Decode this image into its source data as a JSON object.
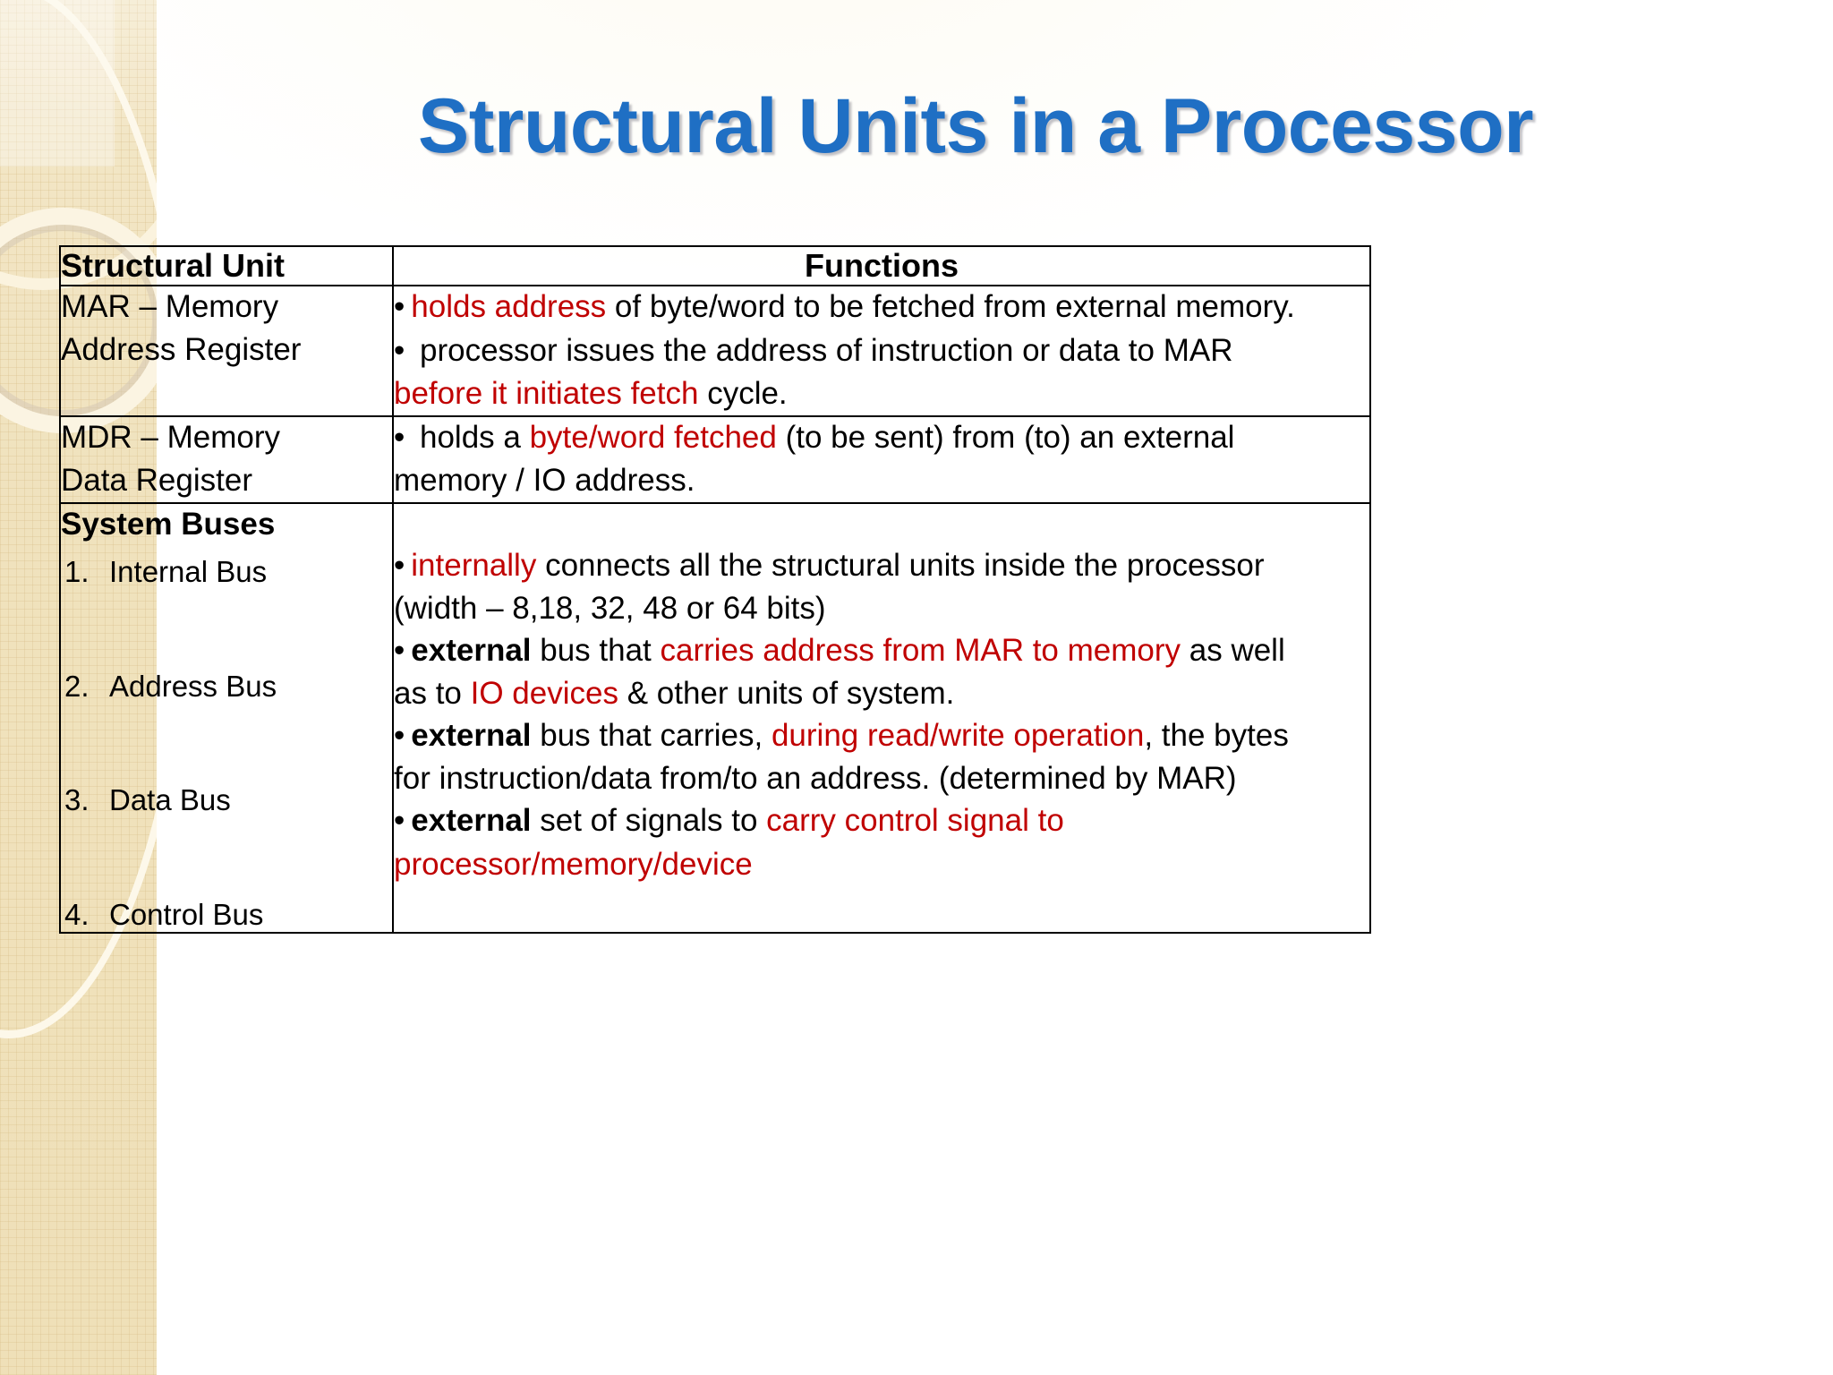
{
  "slide": {
    "title": "Structural Units in a Processor",
    "title_color": "#1f6fc4",
    "accent_red": "#c00000",
    "text_color": "#000000"
  },
  "table": {
    "headers": {
      "unit": "Structural Unit",
      "functions": "Functions"
    },
    "rows": [
      {
        "unit_line1": "MAR – Memory",
        "unit_line2": "Address Register",
        "functions": {
          "b1_bullet": "•",
          "b1_red": "holds address",
          "b1_black": " of byte/word to be fetched from external memory.",
          "b2_bullet": "•",
          "b2_black1": " processor issues the address of instruction or data to MAR",
          "b2_red": "before it initiates fetch",
          "b2_black2": " cycle."
        }
      },
      {
        "unit_line1": "MDR – Memory",
        "unit_line2": "Data Register",
        "functions": {
          "b1_bullet": "•",
          "b1_black1": " holds a ",
          "b1_red": "byte/word fetched",
          "b1_black2": " (to be sent) from (to) an external",
          "b1_black3": "memory / IO address."
        }
      },
      {
        "unit_title": "System Buses",
        "bus_items": [
          {
            "num": "1.",
            "label": "Internal Bus"
          },
          {
            "num": "2.",
            "label": "Address Bus"
          },
          {
            "num": "3.",
            "label": "Data Bus"
          },
          {
            "num": "4.",
            "label": "Control Bus"
          }
        ],
        "functions": {
          "internal_bullet": "•",
          "internal_red": "internally",
          "internal_black": " connects all the structural units inside the processor",
          "internal_width": "(width – 8,18, 32, 48 or 64 bits)",
          "address_bullet": "•",
          "address_bold": "external",
          "address_black1": " bus that ",
          "address_red1": "carries  address from MAR to memory",
          "address_black2": " as well",
          "address_black3": "as to ",
          "address_red2": "IO devices",
          "address_black4": " & other units of system.",
          "data_bullet": "•",
          "data_bold": "external",
          "data_black1": " bus that carries, ",
          "data_red": "during read/write operation",
          "data_black2": ", the bytes",
          "data_black3": "for instruction/data from/to an address. (determined by MAR)",
          "control_bullet": "•",
          "control_bold": "external",
          "control_black1": " set of signals to ",
          "control_red1": "carry control signal to",
          "control_red2": "processor/memory/device"
        }
      }
    ]
  }
}
